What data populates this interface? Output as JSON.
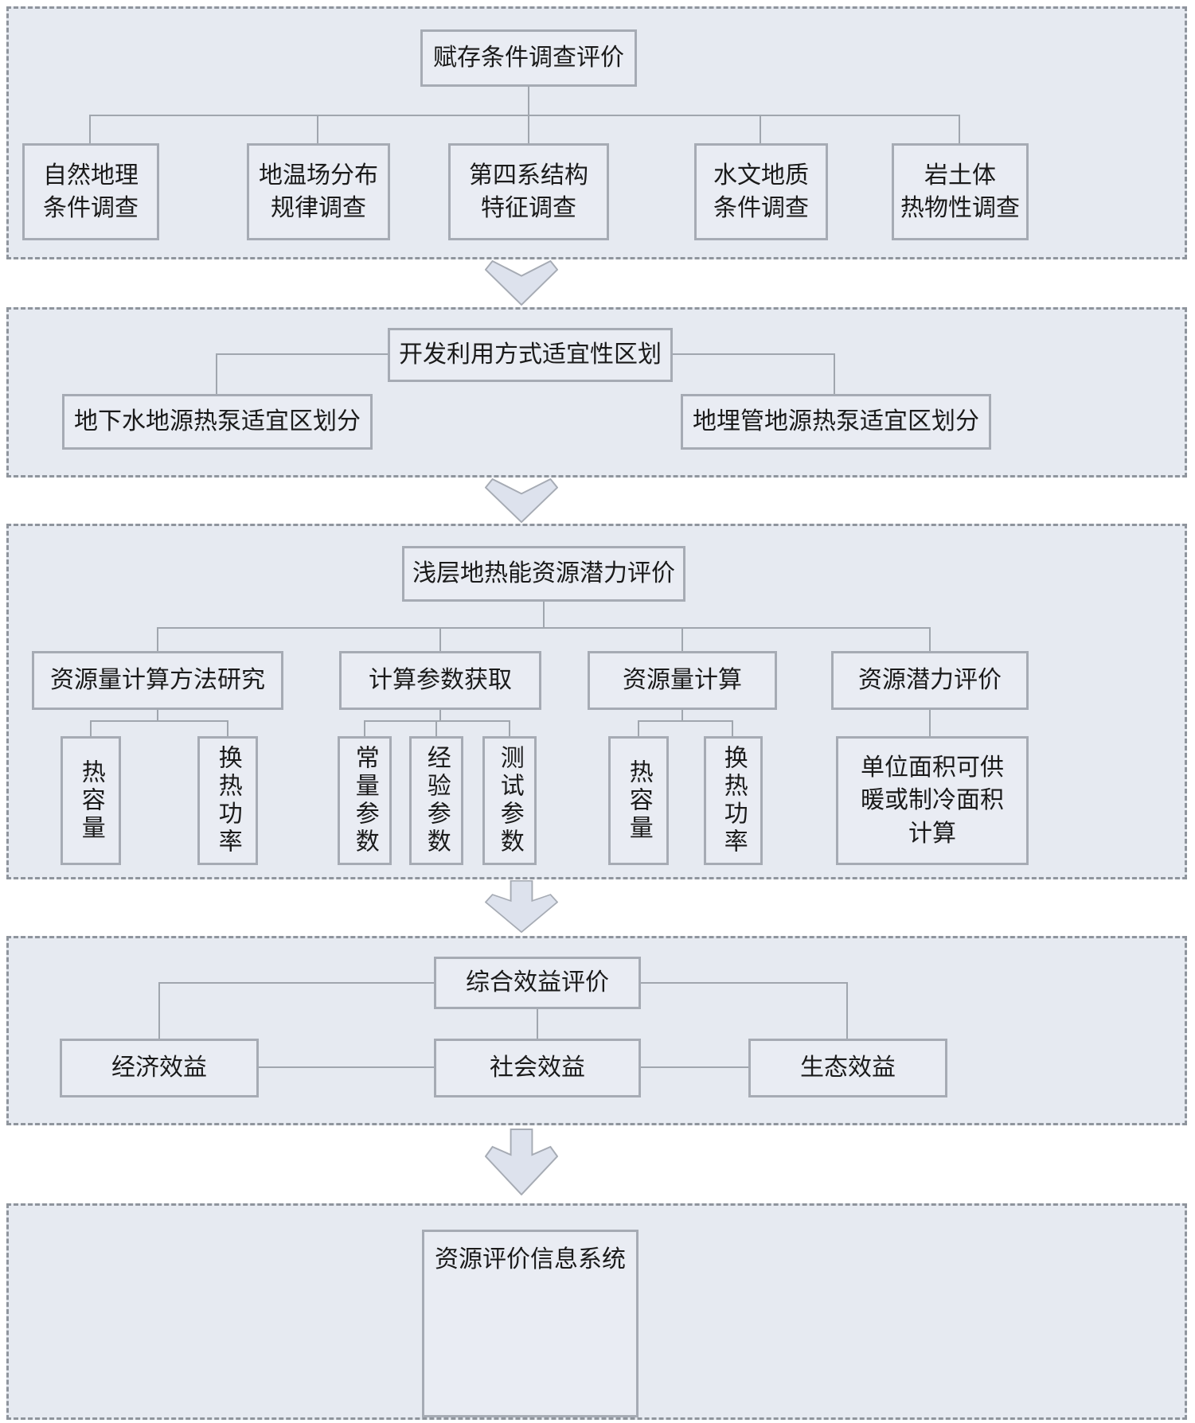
{
  "colors": {
    "page_bg": "#ffffff",
    "section_bg": "#e6eaf1",
    "box_bg": "#e9ecf3",
    "box_border": "#a6abb4",
    "dash_border": "#8f959d",
    "line": "#a0a6ae",
    "arrow_fill": "#dde2ed",
    "arrow_border": "#a6abb4",
    "text": "#1a1a1a"
  },
  "s1": {
    "title": "赋存条件调查评价",
    "items": [
      "自然地理\n条件调查",
      "地温场分布\n规律调查",
      "第四系结构\n特征调查",
      "水文地质\n条件调查",
      "岩土体\n热物性调查"
    ]
  },
  "s2": {
    "title": "开发利用方式适宜性区划",
    "left": "地下水地源热泵适宜区划分",
    "right": "地埋管地源热泵适宜区划分"
  },
  "s3": {
    "title": "浅层地热能资源潜力评价",
    "groups": [
      {
        "header": "资源量计算方法研究",
        "children": [
          "热容量",
          "换热功率"
        ]
      },
      {
        "header": "计算参数获取",
        "children": [
          "常量参数",
          "经验参数",
          "测试参数"
        ]
      },
      {
        "header": "资源量计算",
        "children": [
          "热容量",
          "换热功率"
        ]
      },
      {
        "header": "资源潜力评价",
        "children": [
          "单位面积可供\n暖或制冷面积\n计算"
        ]
      }
    ]
  },
  "s4": {
    "title": "综合效益评价",
    "items": [
      "经济效益",
      "社会效益",
      "生态效益"
    ]
  },
  "s5": {
    "title": "资源评价信息系统"
  }
}
